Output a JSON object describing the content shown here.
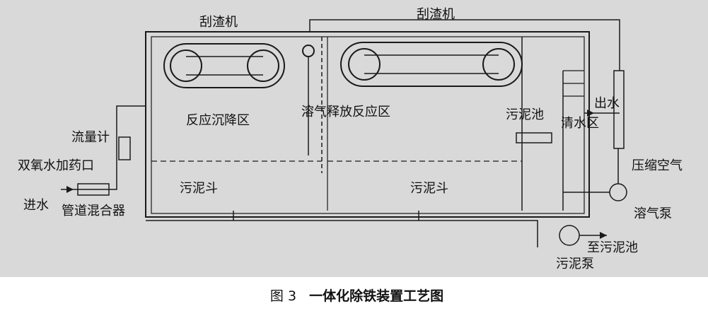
{
  "labels": {
    "scraper_left": "刮渣机",
    "scraper_right": "刮渣机",
    "reaction_settling_zone": "反应沉降区",
    "dissolved_air_zone": "溶气释放反应区",
    "sludge_tank": "污泥池",
    "clear_water_zone": "清水区",
    "water_outlet": "出水",
    "flow_meter": "流量计",
    "h2o2_dosing_port": "双氧水加药口",
    "water_inlet": "进水",
    "pipeline_mixer": "管道混合器",
    "sludge_hopper_left": "污泥斗",
    "sludge_hopper_right": "污泥斗",
    "compressed_air": "压缩空气",
    "dissolved_air_pump": "溶气泵",
    "to_sludge_tank": "至污泥池",
    "sludge_pump": "污泥泵"
  },
  "caption": {
    "figure_no": "图 3",
    "title": "一体化除铁装置工艺图"
  },
  "colors": {
    "background": "#d9d9d9",
    "line": "#1a1a1a",
    "ink": "#111111"
  }
}
